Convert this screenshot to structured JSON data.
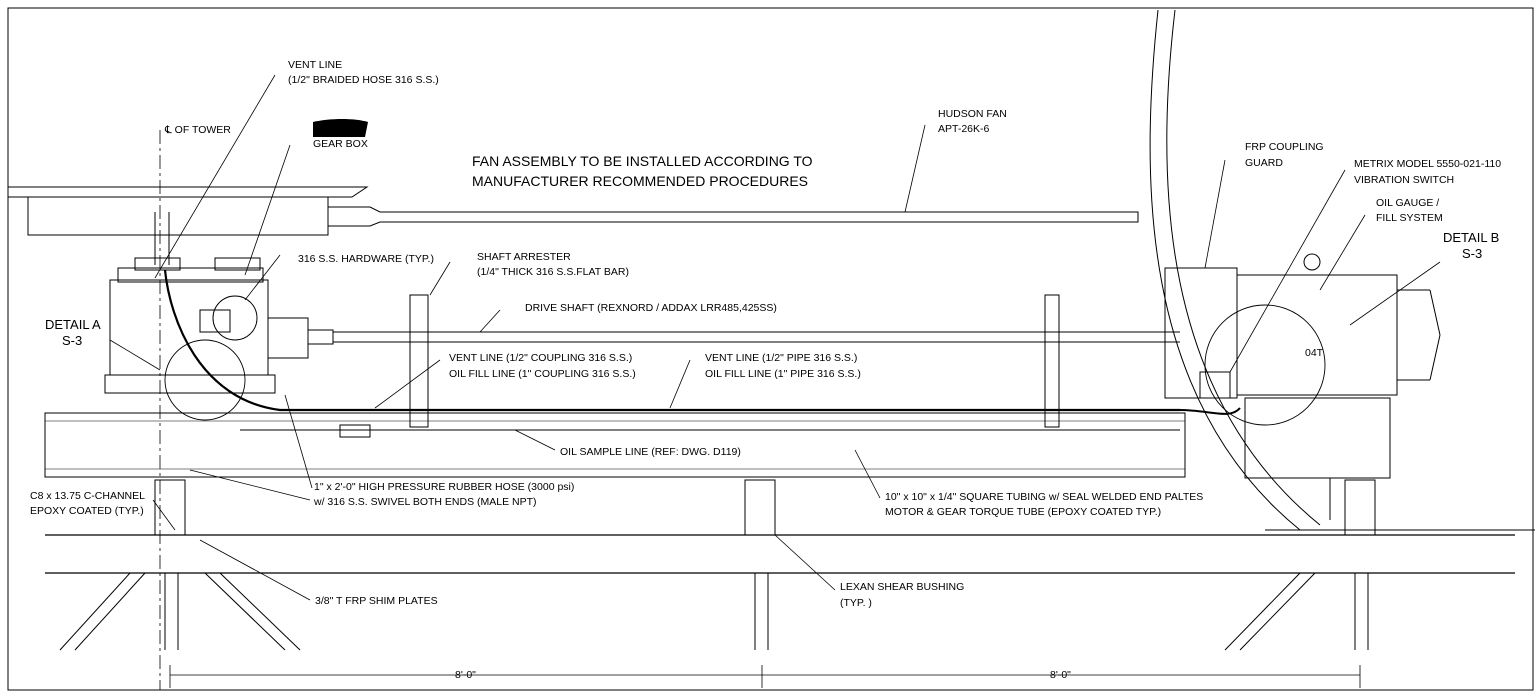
{
  "labels": {
    "vent_braided": [
      "VENT LINE",
      "(1/2\" BRAIDED HOSE 316 S.S.)"
    ],
    "tower_cl": "℄ OF TOWER",
    "gear_box": "GEAR BOX",
    "install_note": [
      "FAN ASSEMBLY TO BE INSTALLED ACCORDING TO",
      "MANUFACTURER RECOMMENDED PROCEDURES"
    ],
    "hudson_fan": [
      "HUDSON FAN",
      "APT-26K-6"
    ],
    "frp_guard": [
      "FRP COUPLING",
      "GUARD"
    ],
    "metrix": [
      "METRIX MODEL 5550-021-110",
      "VIBRATION SWITCH"
    ],
    "oil_gauge": [
      "OIL GAUGE /",
      "FILL SYSTEM"
    ],
    "detail_b": [
      "DETAIL B",
      "S-3"
    ],
    "hardware": "316 S.S. HARDWARE (TYP.)",
    "arrester": [
      "SHAFT ARRESTER",
      "(1/4\" THICK 316 S.S.FLAT BAR)"
    ],
    "drive_shaft": "DRIVE SHAFT (REXNORD / ADDAX LRR485,425SS)",
    "detail_a": [
      "DETAIL A",
      "S-3"
    ],
    "vent_coupling": [
      "VENT LINE (1/2\" COUPLING 316 S.S.)",
      "OIL FILL LINE (1\" COUPLING 316 S.S.)"
    ],
    "vent_pipe": [
      "VENT LINE (1/2\" PIPE 316 S.S.)",
      "OIL FILL LINE (1\" PIPE 316 S.S.)"
    ],
    "oil_sample": "OIL SAMPLE LINE (REF: DWG. D119)",
    "hose": [
      "1\" x 2'-0\" HIGH PRESSURE RUBBER HOSE (3000 psi)",
      "w/ 316 S.S. SWIVEL BOTH ENDS (MALE NPT)"
    ],
    "tubing": [
      "10\" x 10\" x 1/4\" SQUARE TUBING w/ SEAL WELDED END PALTES",
      "MOTOR & GEAR TORQUE TUBE (EPOXY COATED TYP.)"
    ],
    "channel": [
      "C8 x 13.75 C-CHANNEL",
      "EPOXY COATED (TYP.)"
    ],
    "shim": "3/8\" T FRP SHIM PLATES",
    "lexan": [
      "LEXAN SHEAR BUSHING",
      "(TYP. )"
    ],
    "motor_tag": "04T",
    "dim_left": "8'-0\"",
    "dim_right": "8'-0\""
  }
}
